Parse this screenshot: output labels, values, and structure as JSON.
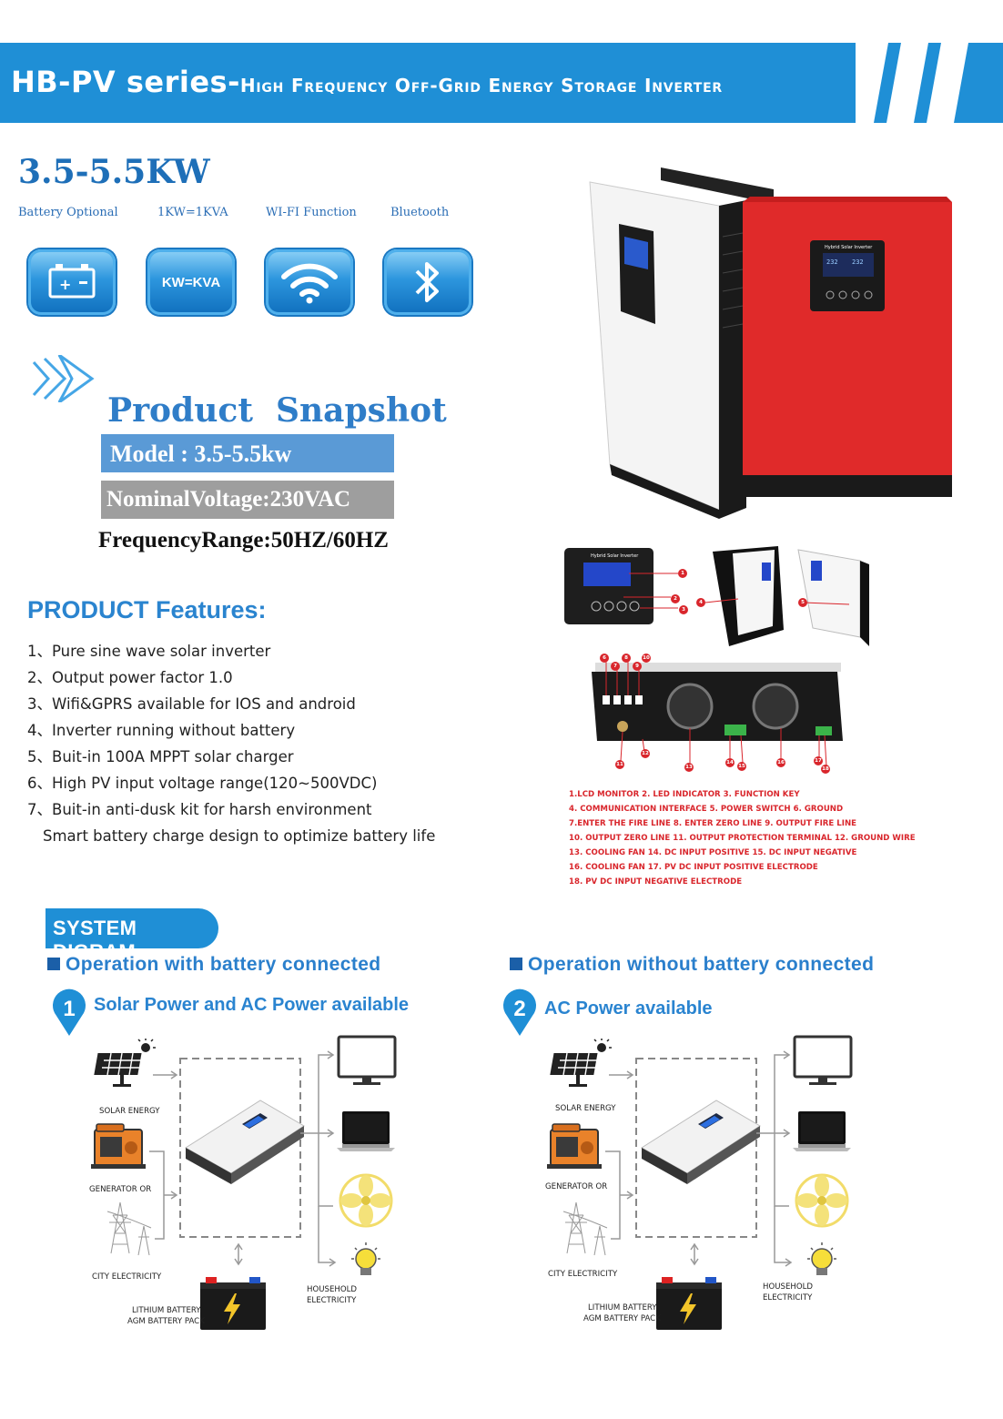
{
  "header": {
    "title_bold": "HB-PV series-",
    "title_rest": "High frequency off-grid energy storage inverter"
  },
  "power_range": "3.5-5.5KW",
  "feature_labels": [
    "Battery Optional",
    "1KW=1KVA",
    "WI-FI Function",
    "Bluetooth"
  ],
  "feature_icons": [
    "battery-icon",
    "kw-kva-icon",
    "wifi-icon",
    "bluetooth-icon"
  ],
  "kw_kva_text": "KW=KVA",
  "snapshot": {
    "title": "Product  Snapshot",
    "model": "Model : 3.5-5.5kw",
    "voltage": "NominalVoltage:230VAC",
    "frequency": "FrequencyRange:50HZ/60HZ"
  },
  "features": {
    "title": "PRODUCT Features:",
    "items": [
      "1、Pure sine wave solar inverter",
      "2、Output power factor 1.0",
      "3、Wifi&GPRS available for IOS and android",
      "4、Inverter running without battery",
      "5、Buit-in 100A MPPT solar charger",
      "6、High PV input voltage range(120~500VDC)",
      "7、Buit-in anti-dusk kit for harsh environment",
      "Smart battery charge design to optimize battery life"
    ]
  },
  "device": {
    "panel_label": "Hybrid Solar Inverter",
    "lcd_left": "232",
    "lcd_right": "232"
  },
  "callout_numbers": [
    "1",
    "2",
    "3",
    "4",
    "5",
    "6",
    "7",
    "8",
    "9",
    "10",
    "11",
    "12",
    "13",
    "14",
    "15",
    "16",
    "17",
    "18"
  ],
  "legend": [
    "1.LCD MONITOR      2. LED INDICATOR      3. FUNCTION KEY",
    "4. COMMUNICATION INTERFACE    5. POWER SWITCH      6. GROUND",
    "7.ENTER THE FIRE LINE     8. ENTER ZERO LINE    9. OUTPUT FIRE LINE",
    "10. OUTPUT ZERO LINE   11. OUTPUT PROTECTION TERMINAL   12. GROUND WIRE",
    "13. COOLING FAN      14. DC INPUT POSITIVE     15. DC INPUT NEGATIVE",
    "16. COOLING FAN      17. PV DC INPUT POSITIVE ELECTRODE",
    "18. PV DC INPUT NEGATIVE ELECTRODE"
  ],
  "system": {
    "title": "SYSTEM DIGRAM",
    "left": {
      "heading": "Operation with battery connected",
      "num": "1",
      "subtitle": "Solar Power and AC Power available"
    },
    "right": {
      "heading": "Operation without battery connected",
      "num": "2",
      "subtitle": "AC Power available"
    },
    "labels": {
      "solar": "SOLAR ENERGY",
      "generator": "GENERATOR OR",
      "city": "CITY ELECTRICITY",
      "battery1": "LITHIUM BATTERY",
      "battery2": "AGM BATTERY PACK",
      "household1": "HOUSEHOLD",
      "household2": "ELECTRICITY"
    }
  },
  "colors": {
    "brand_blue": "#1f8fd6",
    "red": "#e02a2a",
    "legend_red": "#d9262c"
  }
}
